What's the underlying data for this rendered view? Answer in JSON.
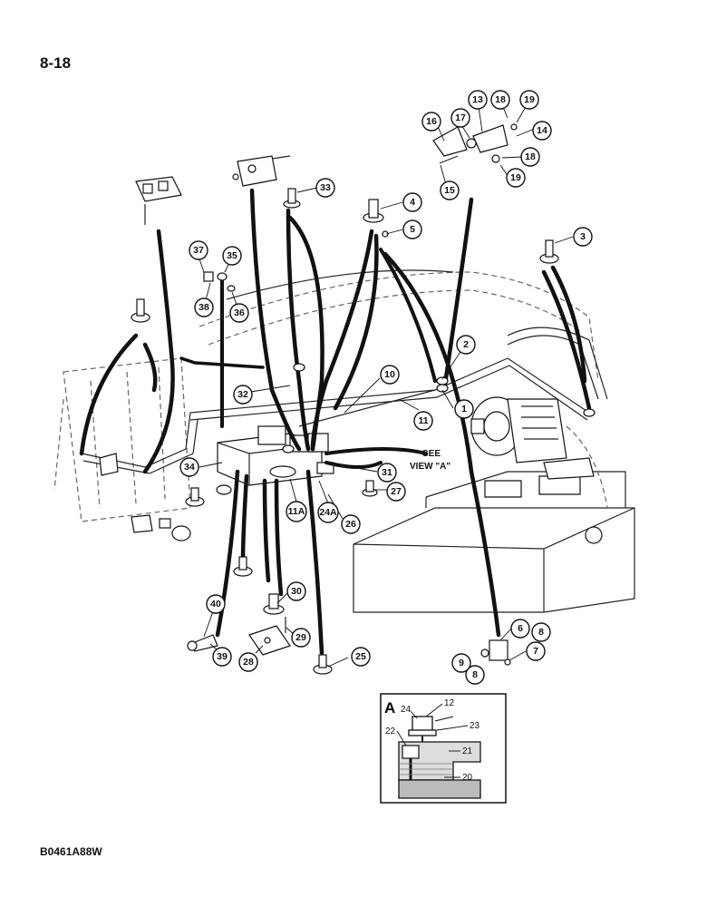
{
  "page_number": "8-18",
  "figure_code": "B0461A88W",
  "view_note_line1": "SEE",
  "view_note_line2": "VIEW \"A\"",
  "detail": {
    "title": "A",
    "labels": [
      "24",
      "12",
      "23",
      "22",
      "21",
      "20"
    ]
  },
  "callouts": [
    "1",
    "2",
    "3",
    "4",
    "5",
    "6",
    "7",
    "8",
    "8",
    "9",
    "10",
    "11",
    "11A",
    "12",
    "13",
    "14",
    "15",
    "16",
    "17",
    "18",
    "18",
    "19",
    "19",
    "24A",
    "25",
    "26",
    "27",
    "28",
    "29",
    "30",
    "31",
    "32",
    "33",
    "34",
    "35",
    "36",
    "37",
    "38",
    "39",
    "40"
  ]
}
